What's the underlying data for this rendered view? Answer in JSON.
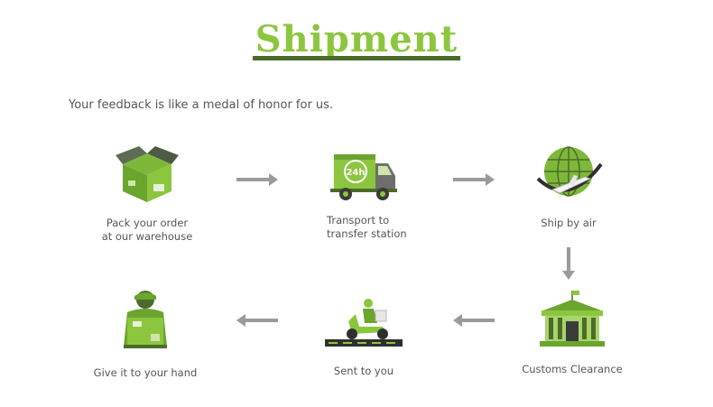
{
  "header": {
    "title": "Shipment",
    "subtitle": "Your feedback is like a medal of honor for us."
  },
  "steps": [
    {
      "label": "Pack your order\nat our warehouse",
      "icon": "box-icon"
    },
    {
      "label": "Transport to\ntransfer station",
      "icon": "truck-icon"
    },
    {
      "label": "Ship by air",
      "icon": "airplane-globe-icon"
    },
    {
      "label": "Customs Clearance",
      "icon": "customs-building-icon"
    },
    {
      "label": "Sent to you",
      "icon": "delivery-scooter-icon"
    },
    {
      "label": "Give it to your hand",
      "icon": "courier-icon"
    }
  ],
  "truck_badge": "24h",
  "colors": {
    "accent": "#8cc63f",
    "dark_green": "#4b6b2a",
    "arrow": "#9a9a9a"
  }
}
